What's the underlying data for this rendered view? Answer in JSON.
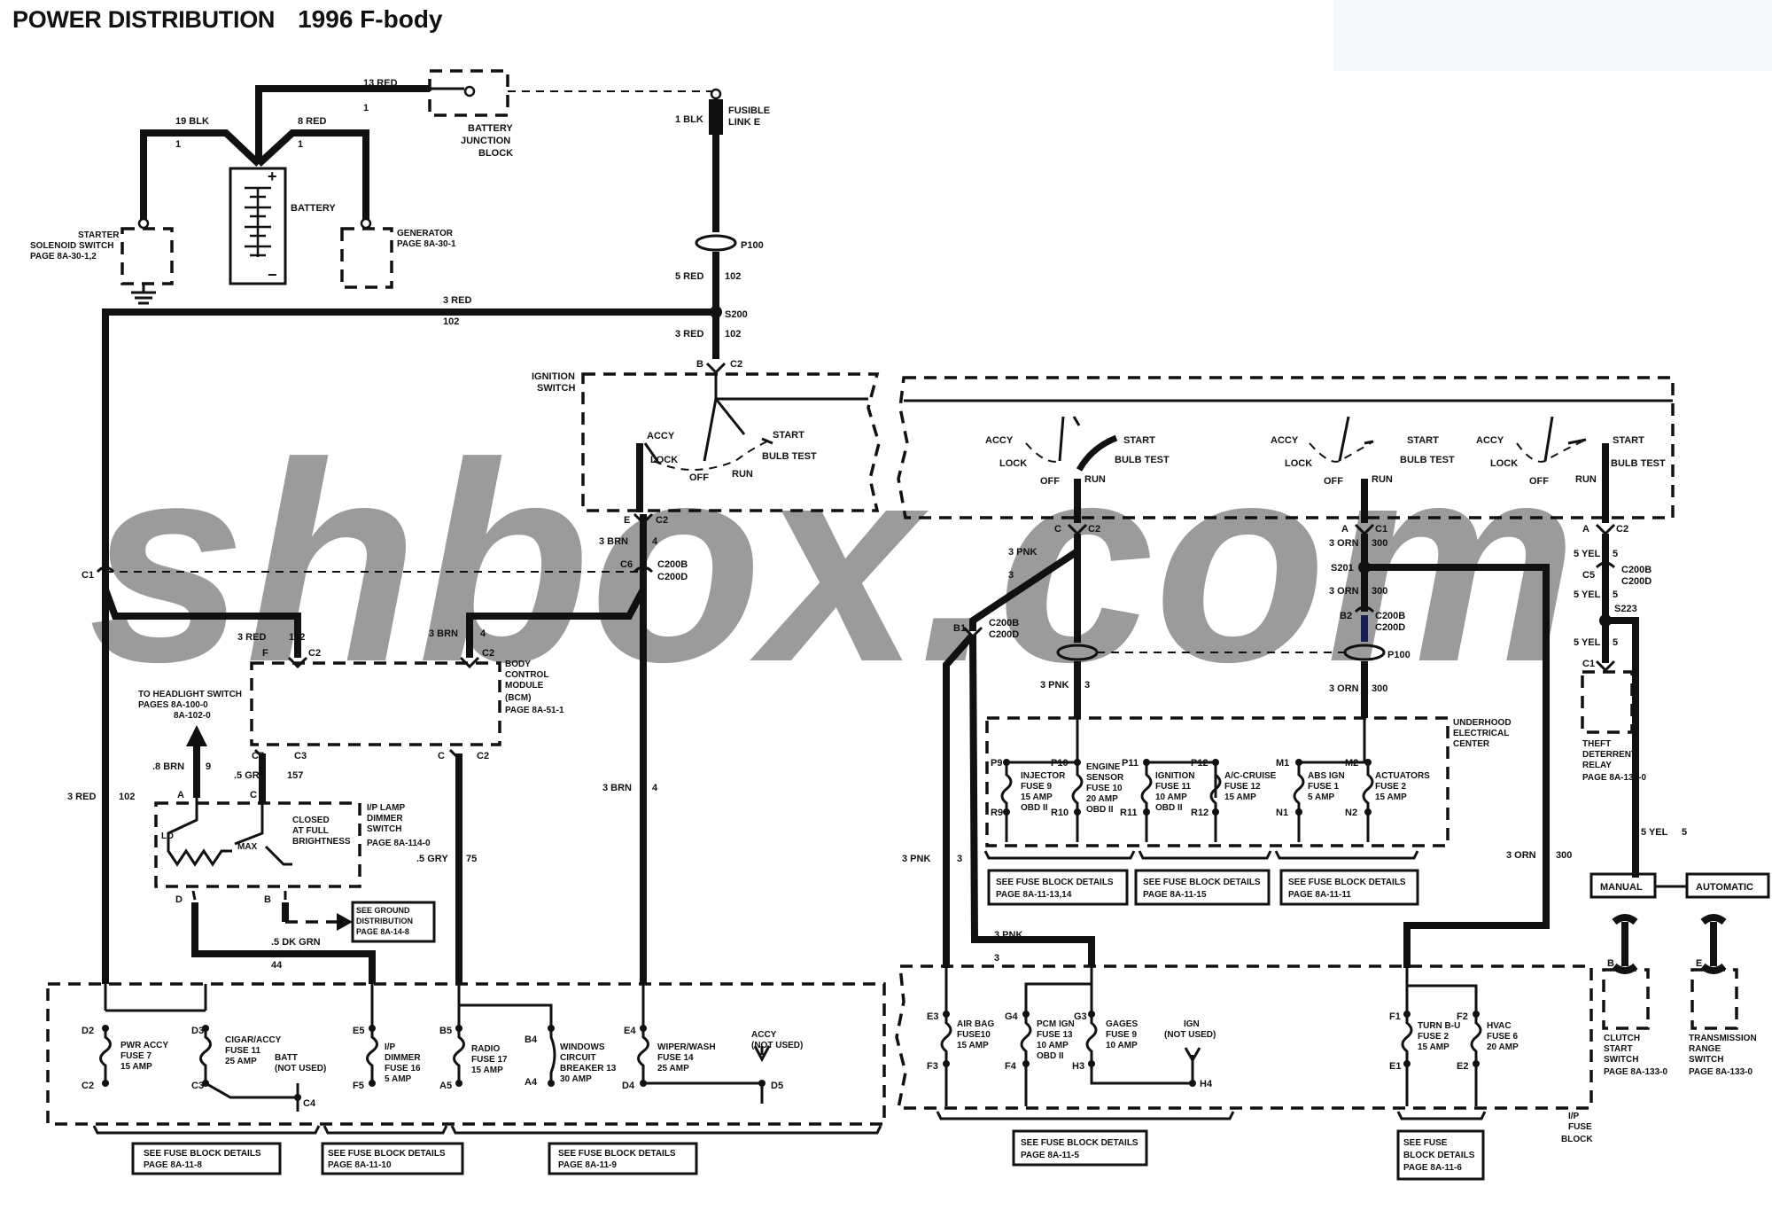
{
  "header": {
    "title": "POWER DISTRIBUTION",
    "subtitle": "1996 F-body"
  },
  "watermark": "shbox.com",
  "top": {
    "wire_13red": "13 RED",
    "wire_13red_circuit": "1",
    "wire_19blk": "19 BLK",
    "wire_19blk_circuit": "1",
    "wire_8red": "8 RED",
    "wire_8red_circuit": "1",
    "battery_junction": [
      "BATTERY",
      "JUNCTION",
      "BLOCK"
    ],
    "battery": "BATTERY",
    "starter": [
      "STARTER",
      "SOLENOID SWITCH",
      "PAGE 8A-30-1,2"
    ],
    "generator": [
      "GENERATOR",
      "PAGE 8A-30-1"
    ],
    "wire_1blk": "1 BLK",
    "fusible_link": [
      "FUSIBLE",
      "LINK E"
    ],
    "p100": "P100",
    "wire_5red": "5 RED",
    "wire_5red_circuit": "102",
    "wire_3red_top": "3 RED",
    "wire_3red_top_circuit": "102",
    "s200": "S200",
    "wire_3red_s200": "3 RED",
    "wire_3red_s200_circuit": "102",
    "conn_b_c2": [
      "B",
      "C2"
    ]
  },
  "ignition": {
    "label": [
      "IGNITION",
      "SWITCH"
    ],
    "positions": {
      "accy": "ACCY",
      "lock": "LOCK",
      "off": "OFF",
      "run": "RUN",
      "start": "START",
      "bulb_test": "BULB TEST"
    },
    "conn_e_c2": [
      "E",
      "C2"
    ],
    "wire_3brn": "3 BRN",
    "wire_3brn_circuit": "4",
    "c6": "C6",
    "c200b": "C200B",
    "c200d": "C200D",
    "c1": "C1"
  },
  "bcm": {
    "label": [
      "BODY",
      "CONTROL",
      "MODULE",
      "(BCM)",
      "PAGE 8A-51-1"
    ],
    "f_c2": [
      "F",
      "C2"
    ],
    "d_c2": [
      "D",
      "C2"
    ],
    "wire_3red_f": "3 RED",
    "wire_3red_f_circuit": "102",
    "wire_3brn_d": "3 BRN",
    "wire_3brn_d_circuit": "4",
    "c7_c3": [
      "C7",
      "C3"
    ],
    "c_c2": [
      "C",
      "C2"
    ],
    "wire_5gry_157": ".5 GRY",
    "wire_5gry_157_circuit": "157",
    "wire_5gry_75": ".5 GRY",
    "wire_5gry_75_circuit": "75",
    "wire_8brn": ".8 BRN",
    "wire_8brn_circuit": "9",
    "headlight": [
      "TO HEADLIGHT SWITCH",
      "PAGES 8A-100-0",
      "8A-102-0"
    ],
    "wire_3brn_mid": "3 BRN",
    "wire_3brn_mid_circuit": "4",
    "wire_3red_left": "3 RED",
    "wire_3red_left_circuit": "102"
  },
  "dimmer": {
    "label": [
      "I/P LAMP",
      "DIMMER",
      "SWITCH",
      "PAGE 8A-114-0"
    ],
    "closed": [
      "CLOSED",
      "AT FULL",
      "BRIGHTNESS"
    ],
    "lo": "LO",
    "max": "MAX",
    "a": "A",
    "c": "C",
    "d": "D",
    "b": "B",
    "ground": [
      "SEE GROUND",
      "DISTRIBUTION",
      "PAGE 8A-14-8"
    ],
    "wire_5dkgrn": ".5 DK GRN",
    "wire_5dkgrn_circuit": "44"
  },
  "left_fuses": {
    "pins": {
      "d2": "D2",
      "c2": "C2",
      "d3": "D3",
      "c3": "C3",
      "c4": "C4",
      "e5": "E5",
      "f5": "F5",
      "b5": "B5",
      "a5": "A5",
      "b4": "B4",
      "a4": "A4",
      "e4": "E4",
      "d4": "D4",
      "d5": "D5"
    },
    "pwr_accy": [
      "PWR ACCY",
      "FUSE 7",
      "15 AMP"
    ],
    "cigar": [
      "CIGAR/ACCY",
      "FUSE 11",
      "25 AMP"
    ],
    "batt": [
      "BATT",
      "(NOT USED)"
    ],
    "ip_dimmer": [
      "I/P",
      "DIMMER",
      "FUSE 16",
      "5 AMP"
    ],
    "radio": [
      "RADIO",
      "FUSE 17",
      "15 AMP"
    ],
    "windows": [
      "WINDOWS",
      "CIRCUIT",
      "BREAKER 13",
      "30 AMP"
    ],
    "wiper": [
      "WIPER/WASH",
      "FUSE 14",
      "25 AMP"
    ],
    "accy": [
      "ACCY",
      "(NOT USED)"
    ],
    "see1": [
      "SEE FUSE BLOCK DETAILS",
      "PAGE 8A-11-8"
    ],
    "see2": [
      "SEE FUSE BLOCK DETAILS",
      "PAGE 8A-11-10"
    ],
    "see3": [
      "SEE FUSE BLOCK DETAILS",
      "PAGE 8A-11-9"
    ]
  },
  "right_ignition": {
    "c_c2": [
      "C",
      "C2"
    ],
    "a_c1": [
      "A",
      "C1"
    ],
    "a_c2": [
      "A",
      "C2"
    ],
    "wire_3pnk": "3 PNK",
    "wire_3pnk_circuit": "3",
    "wire_3orn": "3 ORN",
    "wire_3orn_circuit": "300",
    "s201": "S201",
    "wire_3orn_b": "3 ORN",
    "wire_3orn_b_circuit": "300",
    "b2": "B2",
    "c200b": "C200B",
    "c200d": "C200D",
    "b1": "B1",
    "c200b_b1": "C200B",
    "c200d_b1": "C200D",
    "p100": "P100",
    "wire_3pnk_b": "3 PNK",
    "wire_3pnk_b_circuit": "3",
    "wire_3orn_c": "3 ORN",
    "wire_3orn_c_circuit": "300",
    "wire_5yel": "5 YEL",
    "wire_5yel_circuit": "5",
    "c5": "C5",
    "c200b_c5": "C200B",
    "c200d_c5": "C200D",
    "wire_5yel_b": "5 YEL",
    "wire_5yel_b_circuit": "5",
    "s223": "S223",
    "wire_5yel_c": "5 YEL",
    "wire_5yel_c_circuit": "5",
    "c1": "C1"
  },
  "underhood": {
    "label": [
      "UNDERHOOD",
      "ELECTRICAL",
      "CENTER"
    ],
    "pins": {
      "p9": "P9",
      "r9": "R9",
      "p10": "P10",
      "r10": "R10",
      "p11": "P11",
      "r11": "R11",
      "p12": "P12",
      "r12": "R12",
      "m1": "M1",
      "n1": "N1",
      "m2": "M2",
      "n2": "N2"
    },
    "injector": [
      "INJECTOR",
      "FUSE 9",
      "15 AMP",
      "OBD II"
    ],
    "engine": [
      "ENGINE",
      "SENSOR",
      "FUSE 10",
      "20 AMP",
      "OBD II"
    ],
    "ignition": [
      "IGNITION",
      "FUSE 11",
      "10 AMP",
      "OBD II"
    ],
    "ac": [
      "A/C-CRUISE",
      "FUSE 12",
      "15 AMP"
    ],
    "abs": [
      "ABS IGN",
      "FUSE 1",
      "5 AMP"
    ],
    "actuators": [
      "ACTUATORS",
      "FUSE 2",
      "15 AMP"
    ],
    "see1": [
      "SEE FUSE BLOCK DETAILS",
      "PAGE 8A-11-13,14"
    ],
    "see2": [
      "SEE FUSE BLOCK DETAILS",
      "PAGE 8A-11-15"
    ],
    "see3": [
      "SEE FUSE BLOCK DETAILS",
      "PAGE 8A-11-11"
    ]
  },
  "theft": {
    "label": [
      "THEFT",
      "DETERRENT",
      "RELAY",
      "PAGE 8A-133-0"
    ],
    "manual": "MANUAL",
    "automatic": "AUTOMATIC",
    "wire_5yel_d": "5 YEL",
    "wire_5yel_d_circuit": "5",
    "clutch": [
      "CLUTCH",
      "START",
      "SWITCH",
      "PAGE 8A-133-0"
    ],
    "trans": [
      "TRANSMISSION",
      "RANGE",
      "SWITCH",
      "PAGE 8A-133-0"
    ],
    "b": "B",
    "e": "E"
  },
  "right_fuses": {
    "wire_3pnk_l": "3 PNK",
    "wire_3pnk_l_circuit": "3",
    "wire_3orn_r": "3 ORN",
    "wire_3orn_r_circuit": "300",
    "wire_3pnk_h": "3 PNK",
    "wire_3pnk_h_circuit": "3",
    "pins": {
      "e3": "E3",
      "f3": "F3",
      "g4": "G4",
      "f4": "F4",
      "g3": "G3",
      "h3": "H3",
      "h4": "H4",
      "f1": "F1",
      "e1": "E1",
      "f2": "F2",
      "e2": "E2"
    },
    "airbag": [
      "AIR BAG",
      "FUSE10",
      "15 AMP"
    ],
    "pcm": [
      "PCM IGN",
      "FUSE 13",
      "10 AMP",
      "OBD II"
    ],
    "gages": [
      "GAGES",
      "FUSE 9",
      "10 AMP"
    ],
    "ign": [
      "IGN",
      "(NOT USED)"
    ],
    "turn": [
      "TURN B-U",
      "FUSE 2",
      "15 AMP"
    ],
    "hvac": [
      "HVAC",
      "FUSE 6",
      "20 AMP"
    ],
    "ip_block": [
      "I/P",
      "FUSE",
      "BLOCK"
    ],
    "see1": [
      "SEE FUSE BLOCK DETAILS",
      "PAGE 8A-11-5"
    ],
    "see2": [
      "SEE FUSE",
      "BLOCK DETAILS",
      "PAGE 8A-11-6"
    ]
  }
}
